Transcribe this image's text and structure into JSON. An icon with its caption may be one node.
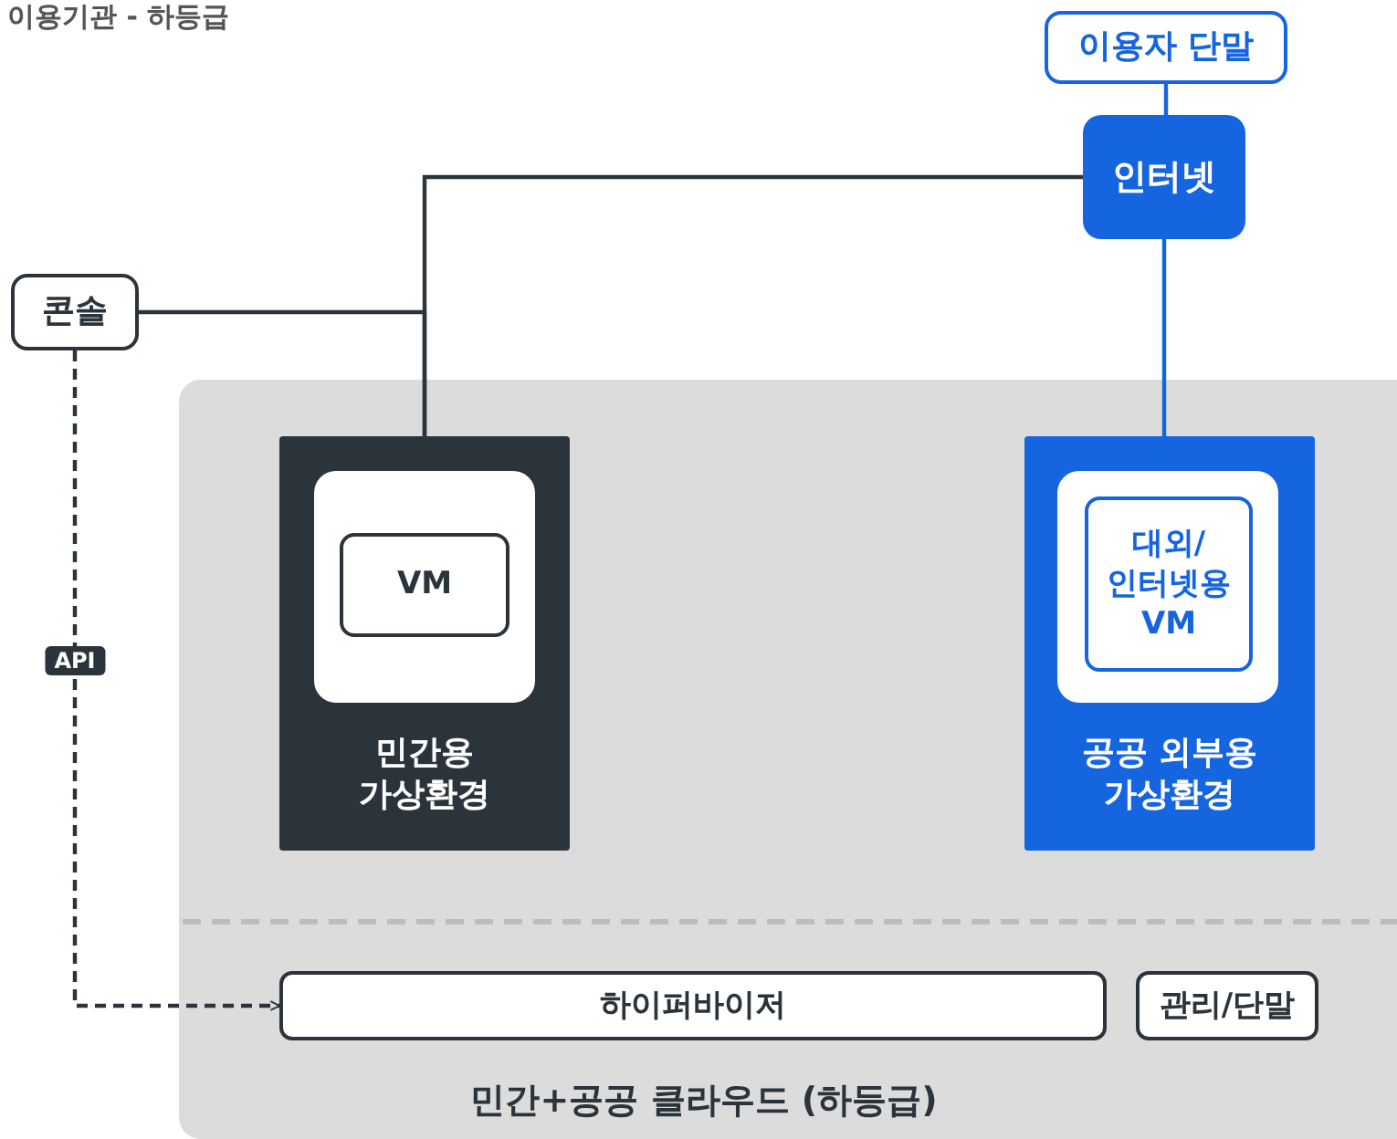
{
  "diagram": {
    "title": "이용기관 - 하등급",
    "nodes": [
      {
        "text": [
          "민간+공공 클라우드 (하등급)"
        ]
      },
      {
        "text": [
          "민간용 가상환경"
        ],
        "in": 0
      },
      {
        "text": [],
        "shape": "box",
        "in": 1
      },
      {
        "text": [
          "VM"
        ],
        "in": 2
      },
      {
        "text": [
          "공공 외부용 가상환경"
        ],
        "in": 0
      },
      {
        "text": [],
        "shape": "box",
        "in": 4
      },
      {
        "text": [
          "대외/ 인터넷용 VM"
        ],
        "in": 5
      },
      {
        "text": [
          "하이퍼바이저"
        ],
        "in": 0
      },
      {
        "text": [
          "관리/단말"
        ],
        "in": 0
      },
      {
        "text": [
          "콘솔"
        ]
      },
      {
        "text": [
          "인터넷"
        ]
      },
      {
        "text": [
          "이용자 단말"
        ]
      }
    ],
    "edges": [
      {
        "from": 11,
        "to": 10,
        "arrow": "none",
        "color": "#1565e0"
      },
      {
        "from": 10,
        "to": 4,
        "arrow": "none",
        "color": "#1565e0"
      },
      {
        "from": 10,
        "to": 1,
        "arrow": "none"
      },
      {
        "from": 9,
        "to": 1,
        "arrow": "none"
      },
      {
        "from": 9,
        "to": 7,
        "arrow": "to",
        "style": "dashed",
        "label": "API"
      }
    ]
  }
}
